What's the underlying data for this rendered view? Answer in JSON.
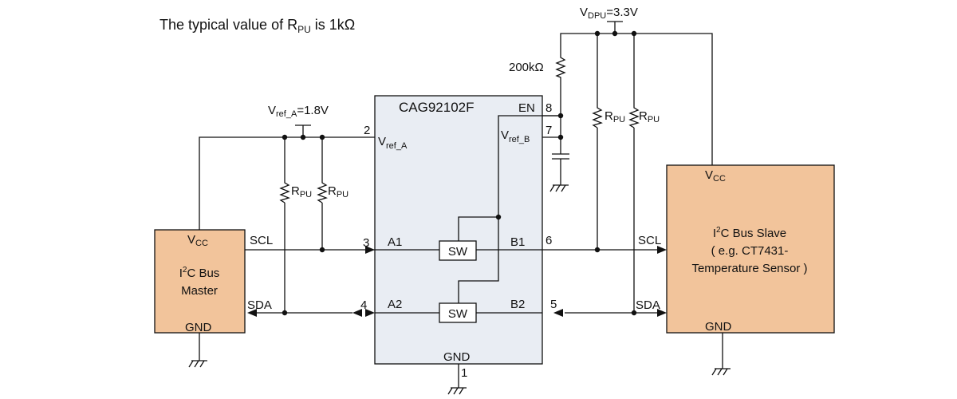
{
  "note": {
    "prefix": "The typical value of R",
    "sub": "PU",
    "suffix": " is 1kΩ"
  },
  "vdpu": {
    "main": "V",
    "sub": "DPU",
    "value": "=3.3V"
  },
  "vref_a_supply": {
    "main": "V",
    "sub": "ref_A",
    "value": "=1.8V"
  },
  "resistor_200k": "200kΩ",
  "rpu": {
    "main": "R",
    "sub": "PU"
  },
  "chip": {
    "name": "CAG92102F",
    "pin_en": "EN",
    "pin_vref_a": {
      "main": "V",
      "sub": "ref_A"
    },
    "pin_vref_b": {
      "main": "V",
      "sub": "ref_B"
    },
    "pin_a1": "A1",
    "pin_a2": "A2",
    "pin_b1": "B1",
    "pin_b2": "B2",
    "pin_gnd": "GND",
    "switch_label": "SW",
    "pin_numbers": {
      "p1": "1",
      "p2": "2",
      "p3": "3",
      "p4": "4",
      "p5": "5",
      "p6": "6",
      "p7": "7",
      "p8": "8"
    }
  },
  "master": {
    "vcc": {
      "main": "V",
      "sub": "CC"
    },
    "scl": "SCL",
    "sda": "SDA",
    "gnd": "GND",
    "title_l1": {
      "main": "I",
      "sup": "2",
      "rest": "C Bus"
    },
    "title_l2": "Master"
  },
  "slave": {
    "vcc": {
      "main": "V",
      "sub": "CC"
    },
    "scl": "SCL",
    "sda": "SDA",
    "gnd": "GND",
    "title_l1": {
      "main": "I",
      "sup": "2",
      "rest": "C Bus Slave"
    },
    "title_l2": "( e.g. CT7431-",
    "title_l3": "Temperature Sensor  )"
  },
  "colors": {
    "block_fill": "#f2c49b",
    "chip_fill": "#e9edf3",
    "line": "#111111"
  }
}
